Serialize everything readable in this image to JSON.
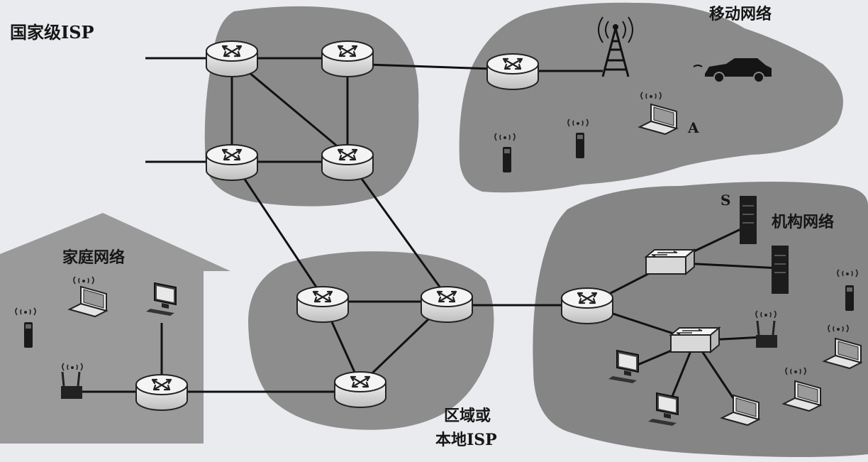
{
  "labels": {
    "national_isp": "国家级ISP",
    "mobile_network": "移动网络",
    "home_network": "家庭网络",
    "regional_isp_line1": "区域或",
    "regional_isp_line2": "本地ISP",
    "institution_network": "机构网络",
    "host_a": "A",
    "server_s": "S"
  },
  "icons": [
    "router-icon",
    "switch-icon",
    "cell-tower-icon",
    "car-icon",
    "laptop-icon",
    "cellphone-icon",
    "desktop-icon",
    "server-icon",
    "wifi-access-point-icon"
  ],
  "colors": {
    "background": "#e9ebee",
    "cloud": "#8a8a8a",
    "house": "#9a9a9a",
    "link": "#111111",
    "router": "#dcdcdc"
  }
}
